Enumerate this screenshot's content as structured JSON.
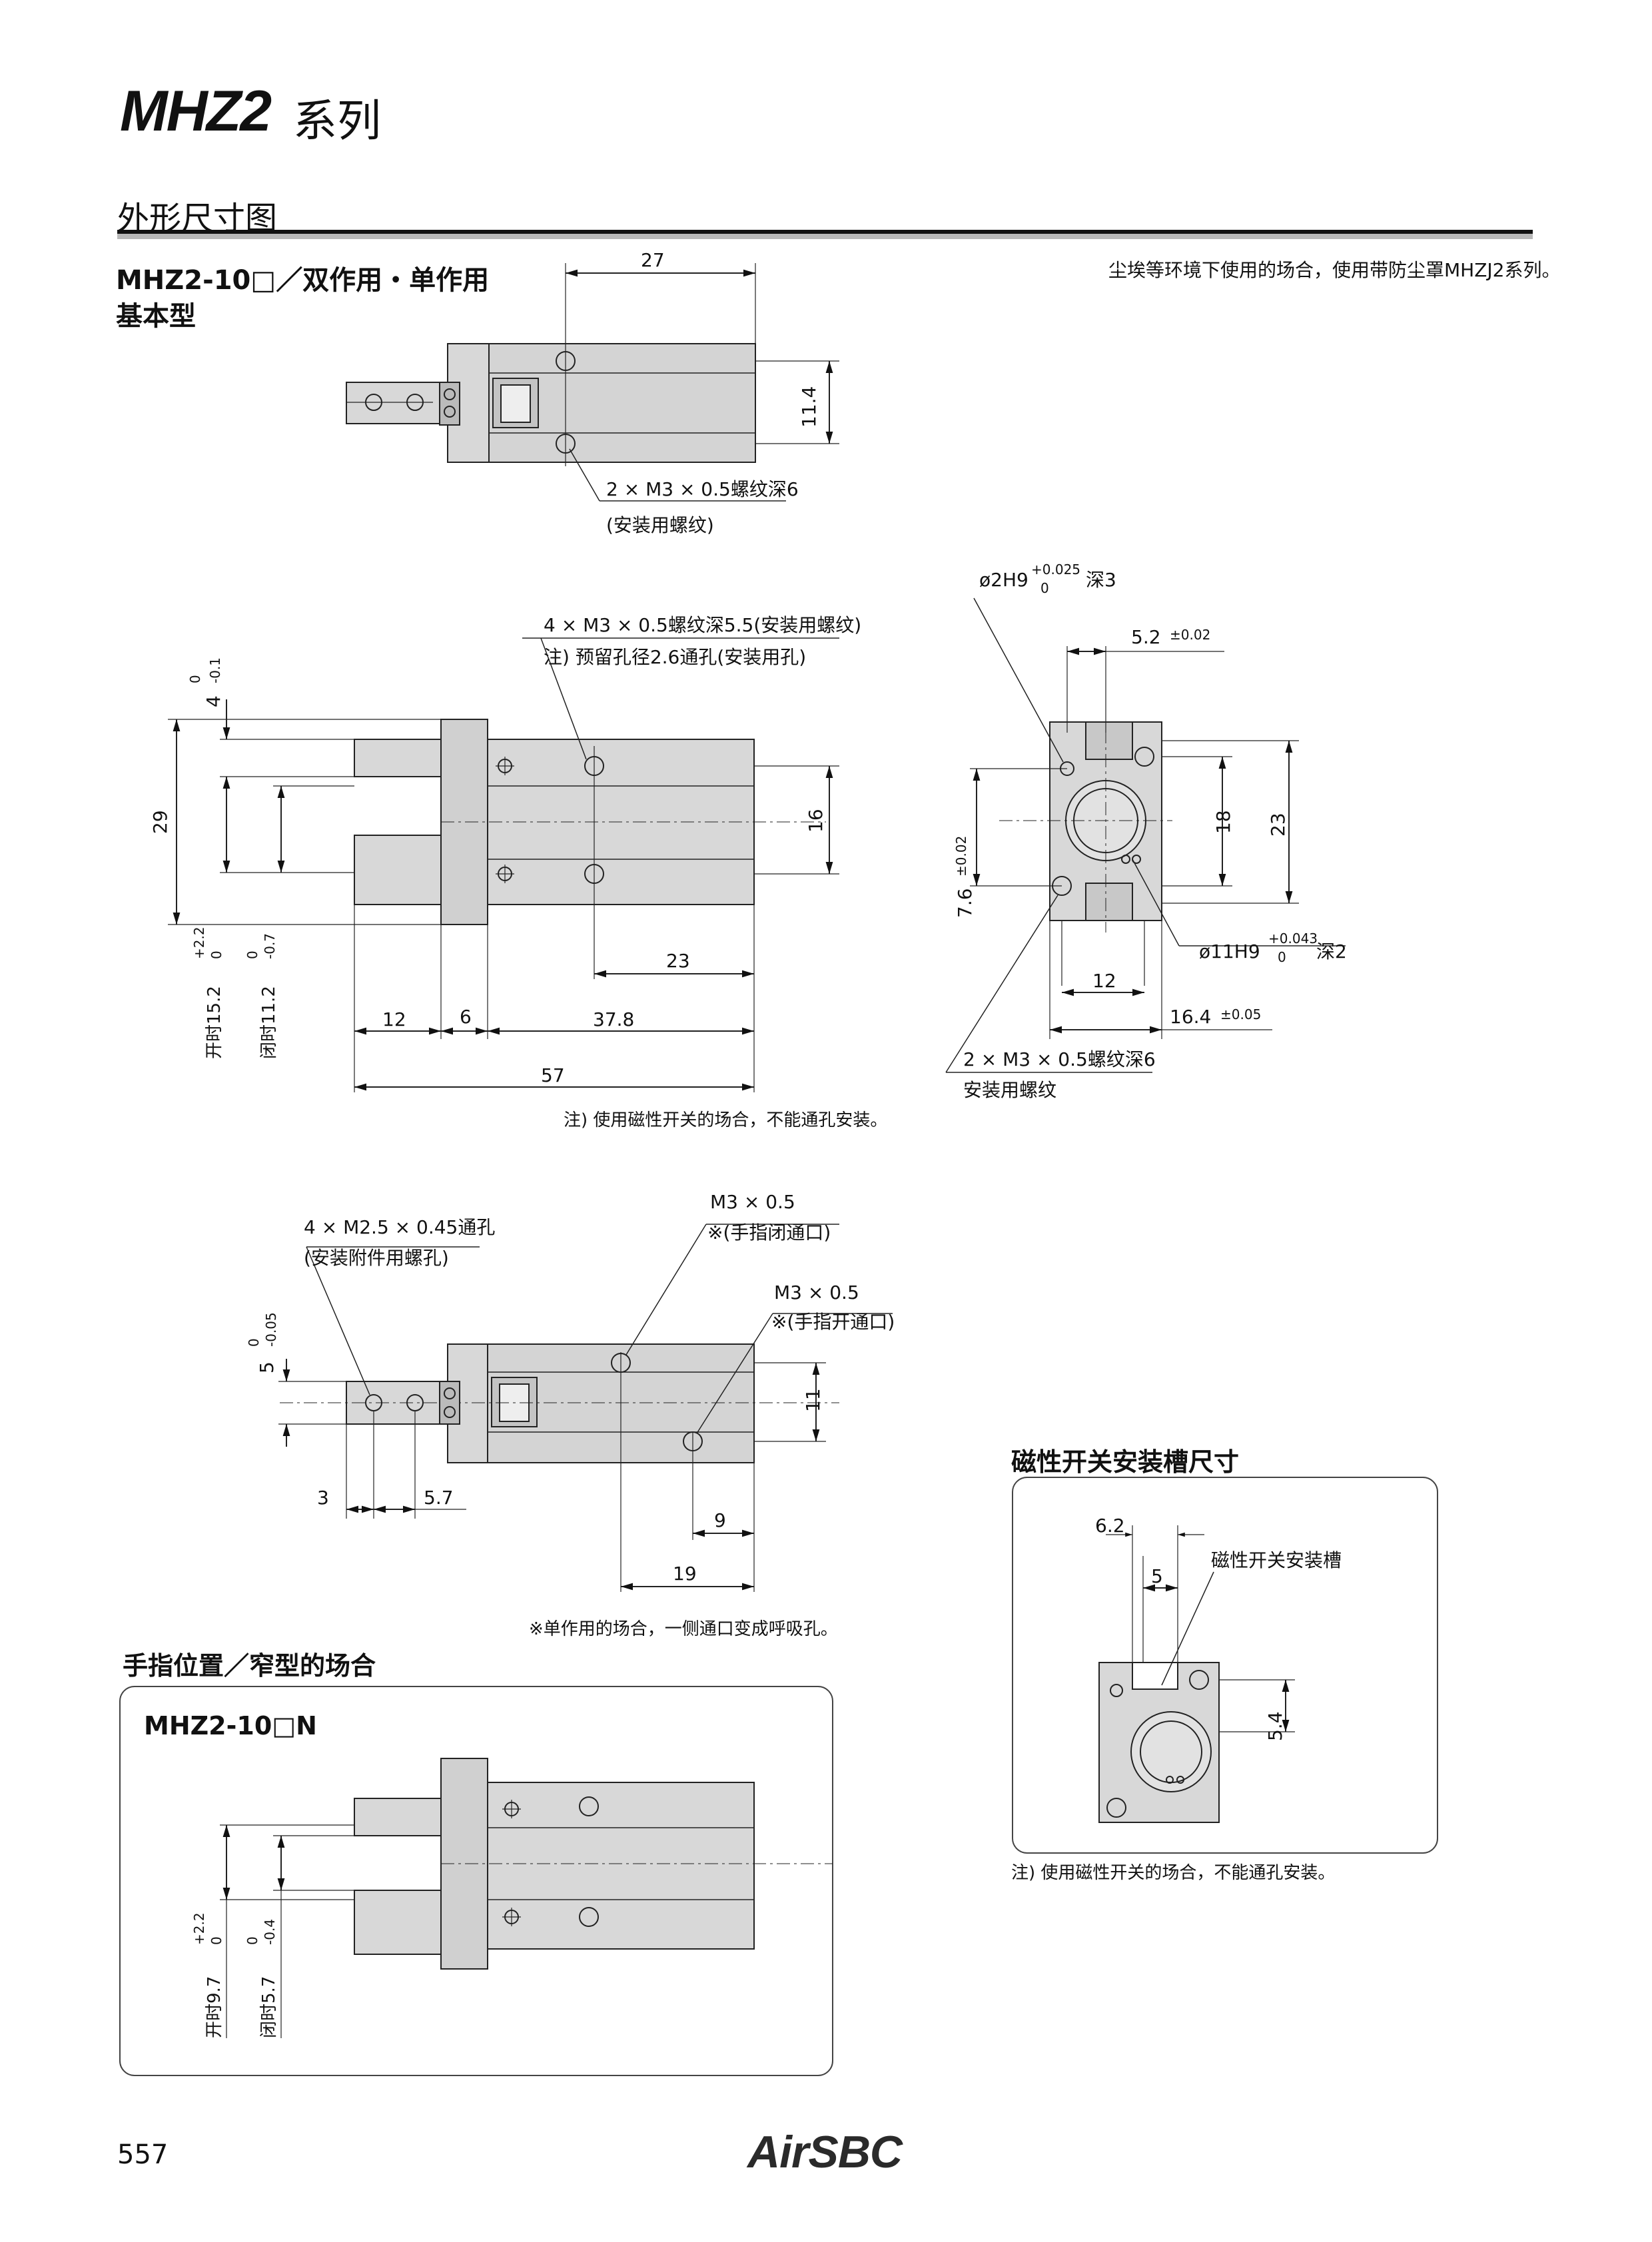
{
  "header": {
    "series_title": "MHZ2",
    "series_suffix": "系列",
    "section_title": "外形尺寸图"
  },
  "basic": {
    "model_label": "MHZ2-10□",
    "model_desc": "／双作用・单作用",
    "type_label": "基本型",
    "dust_note": "尘埃等环境下使用的场合，使用带防尘罩MHZJ2系列。"
  },
  "top_view": {
    "dim_width": "27",
    "dim_height": "11.4",
    "thread_note": "2 × M3 × 0.5螺纹深6",
    "thread_note_2": "(安装用螺纹)"
  },
  "side_view": {
    "thread_note": "4 × M3 × 0.5螺纹深5.5(安装用螺纹)",
    "thread_note_2": "注) 预留孔径2.6通孔(安装用孔)",
    "dim_4": "4",
    "dim_4_tol_upper": "0",
    "dim_4_tol_lower": "-0.1",
    "dim_29": "29",
    "dim_16": "16",
    "dim_23": "23",
    "dim_open": "开时15.2",
    "dim_open_tol_upper": "+2.2",
    "dim_open_tol_lower": "0",
    "dim_closed": "闭时11.2",
    "dim_closed_tol_upper": "0",
    "dim_closed_tol_lower": "-0.7",
    "dim_12": "12",
    "dim_6": "6",
    "dim_37_8": "37.8",
    "dim_57": "57",
    "magnet_note": "注) 使用磁性开关的场合，不能通孔安装。"
  },
  "end_view": {
    "pin_hole": "ø2H9",
    "pin_hole_tol_upper": "+0.025",
    "pin_hole_tol_lower": "0",
    "pin_hole_depth": "深3",
    "dim_5_2": "5.2",
    "dim_5_2_tol": "±0.02",
    "dim_18": "18",
    "dim_23": "23",
    "dim_7_6": "7.6",
    "dim_7_6_tol": "±0.02",
    "bore": "ø11H9",
    "bore_tol_upper": "+0.043",
    "bore_tol_lower": "0",
    "bore_depth": "深2",
    "dim_12": "12",
    "dim_16_4": "16.4",
    "dim_16_4_tol": "±0.05",
    "thread_note": "2 × M3 × 0.5螺纹深6",
    "thread_note_2": "安装用螺纹"
  },
  "bottom_view": {
    "attach_note": "4 × M2.5 × 0.45通孔",
    "attach_note_2": "(安装附件用螺孔)",
    "port_close": "M3 × 0.5",
    "port_close_2": "※(手指闭通口)",
    "port_open": "M3 × 0.5",
    "port_open_2": "※(手指开通口)",
    "dim_5": "5",
    "dim_5_tol_upper": "0",
    "dim_5_tol_lower": "-0.05",
    "dim_11": "11",
    "dim_3": "3",
    "dim_5_7": "5.7",
    "dim_9": "9",
    "dim_19": "19",
    "single_note": "※单作用的场合，一侧通口变成呼吸孔。"
  },
  "narrow": {
    "heading": "手指位置／窄型的场合",
    "model_label": "MHZ2-10□N",
    "dim_open": "开时9.7",
    "dim_open_tol_upper": "+2.2",
    "dim_open_tol_lower": "0",
    "dim_closed": "闭时5.7",
    "dim_closed_tol_upper": "0",
    "dim_closed_tol_lower": "-0.4"
  },
  "slot": {
    "heading": "磁性开关安装槽尺寸",
    "dim_6_2": "6.2",
    "dim_5": "5",
    "slot_label": "磁性开关安装槽",
    "dim_5_4": "5.4",
    "note": "注) 使用磁性开关的场合，不能通孔安装。"
  },
  "footer": {
    "page_number": "557",
    "brand": "AirSBC"
  }
}
